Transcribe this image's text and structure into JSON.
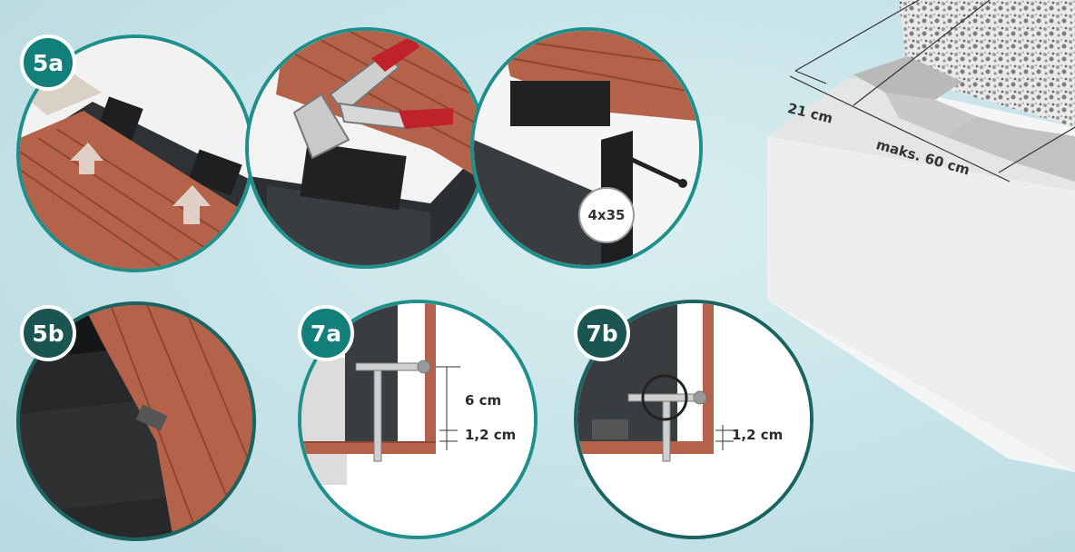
{
  "steps": {
    "s5a": "5a",
    "s5b": "5b",
    "s7a": "7a",
    "s7b": "7b"
  },
  "screw": {
    "size": "4x35"
  },
  "dimensions": {
    "d7a_height": "6 cm",
    "d7a_gap": "1,2 cm",
    "d7b_gap": "1,2 cm",
    "spacing_edge": "21 cm",
    "spacing_max": "maks. 60 cm"
  },
  "colors": {
    "teal": "#1f8f8c",
    "teal_dark": "#1b6360",
    "board": "#b4634a",
    "joist": "#3a3d40"
  }
}
